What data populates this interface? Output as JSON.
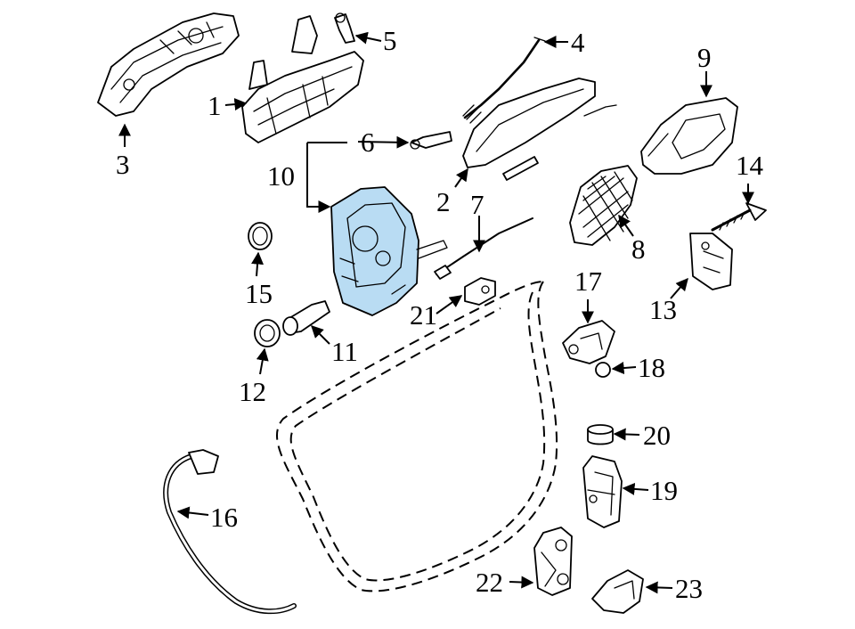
{
  "colors": {
    "highlight": "#b9dcf3",
    "line": "#000000",
    "background": "#ffffff"
  },
  "callouts": [
    {
      "id": "1",
      "label": "1"
    },
    {
      "id": "2",
      "label": "2"
    },
    {
      "id": "3",
      "label": "3"
    },
    {
      "id": "4",
      "label": "4"
    },
    {
      "id": "5",
      "label": "5"
    },
    {
      "id": "6",
      "label": "6"
    },
    {
      "id": "7",
      "label": "7"
    },
    {
      "id": "8",
      "label": "8"
    },
    {
      "id": "9",
      "label": "9"
    },
    {
      "id": "10",
      "label": "10"
    },
    {
      "id": "11",
      "label": "11"
    },
    {
      "id": "12",
      "label": "12"
    },
    {
      "id": "13",
      "label": "13"
    },
    {
      "id": "14",
      "label": "14"
    },
    {
      "id": "15",
      "label": "15"
    },
    {
      "id": "16",
      "label": "16"
    },
    {
      "id": "17",
      "label": "17"
    },
    {
      "id": "18",
      "label": "18"
    },
    {
      "id": "19",
      "label": "19"
    },
    {
      "id": "20",
      "label": "20"
    },
    {
      "id": "21",
      "label": "21"
    },
    {
      "id": "22",
      "label": "22"
    },
    {
      "id": "23",
      "label": "23"
    }
  ],
  "highlighted_part": "10"
}
